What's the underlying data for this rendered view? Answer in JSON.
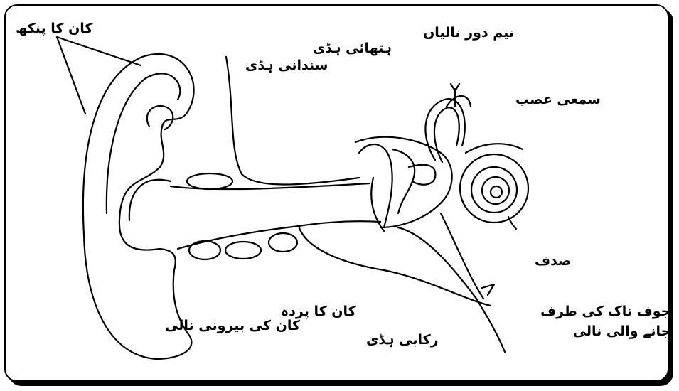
{
  "diagram": {
    "labels": {
      "pinna": "کان کا پنکھ",
      "malleus": "ہتھائی ہڈی",
      "incus": "سندانی ہڈی",
      "semicircular_canals": "نیم دور نالیاں",
      "auditory_nerve": "سمعی عصب",
      "cochlea": "صدف",
      "eustachian_tube_line1": "جوف ناک کی طرف",
      "eustachian_tube_line2": "جانے والی نالی",
      "ear_canal": "کان کی بیرونی نالی",
      "eardrum": "کان کا پردہ",
      "stapes": "رکابی ہڈی"
    }
  }
}
